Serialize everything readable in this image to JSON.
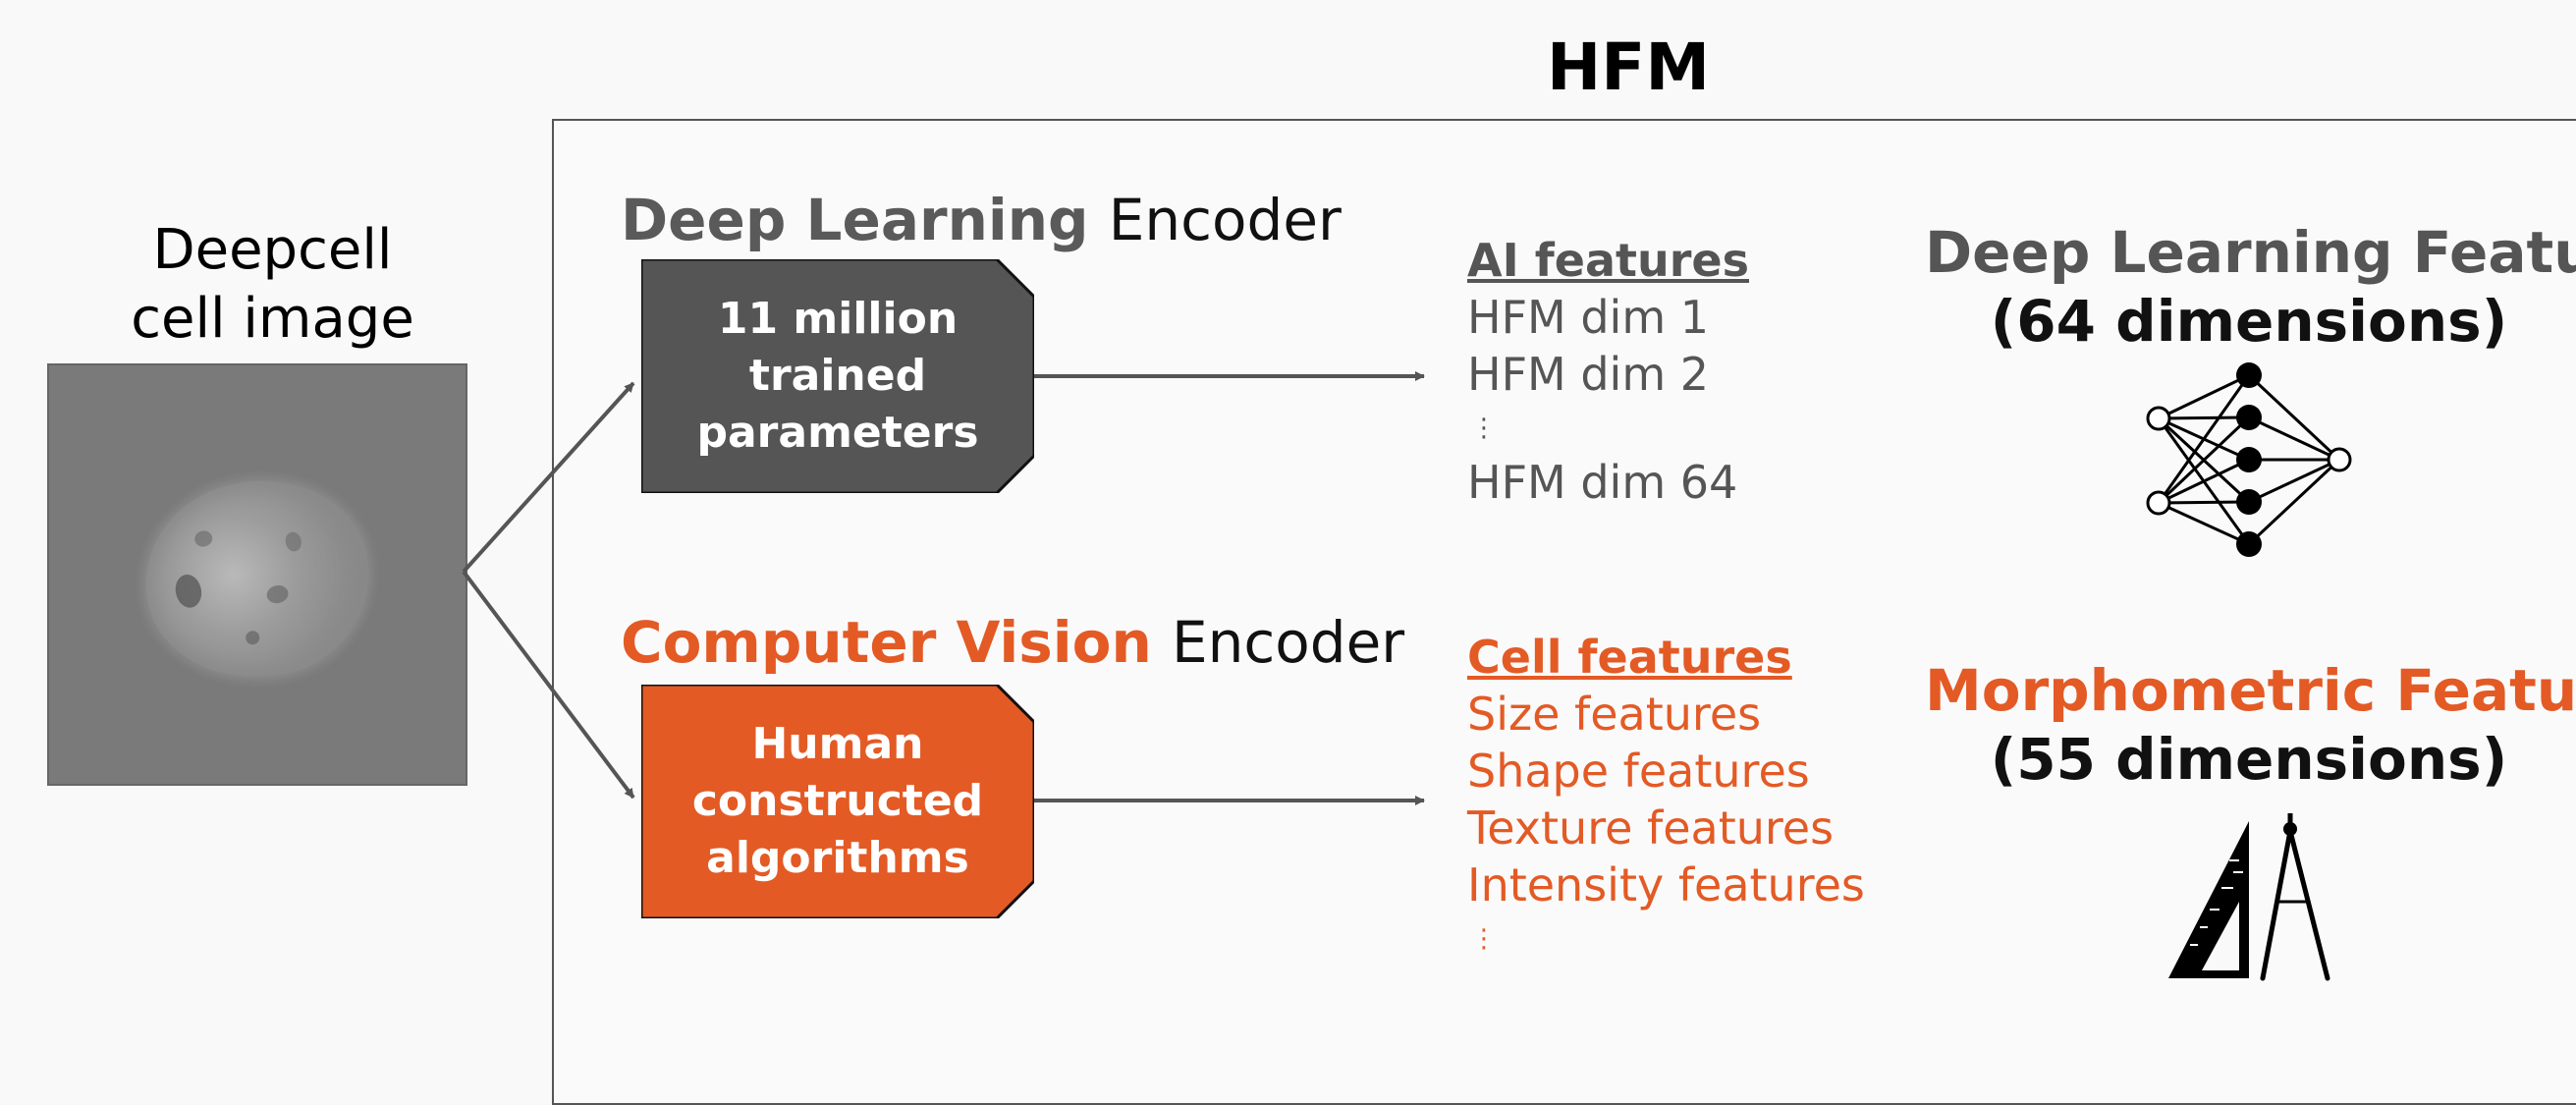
{
  "title": "HFM",
  "input": {
    "label_line1": "Deepcell",
    "label_line2": "cell image"
  },
  "deep_learning": {
    "title_colored": "Deep Learning",
    "title_plain": "Encoder",
    "box_lines": [
      "11 million",
      "trained",
      "parameters"
    ],
    "features_heading": "AI features",
    "features": [
      "HFM dim 1",
      "HFM dim 2",
      "⋮",
      "HFM dim 64"
    ],
    "output_title": "Deep Learning Features",
    "output_dims": "(64 dimensions)",
    "output_icon": "neural-network-icon"
  },
  "computer_vision": {
    "title_colored": "Computer Vision",
    "title_plain": "Encoder",
    "box_lines": [
      "Human",
      "constructed",
      "algorithms"
    ],
    "features_heading": "Cell features",
    "features": [
      "Size features",
      "Shape features",
      "Texture features",
      "Intensity features",
      "⋮"
    ],
    "output_title": "Morphometric Features",
    "output_dims": "(55 dimensions)",
    "output_icon": "ruler-compass-icon"
  },
  "colors": {
    "dl_gray": "#555555",
    "cv_orange": "#e35a25",
    "box_dark": "#555555"
  }
}
